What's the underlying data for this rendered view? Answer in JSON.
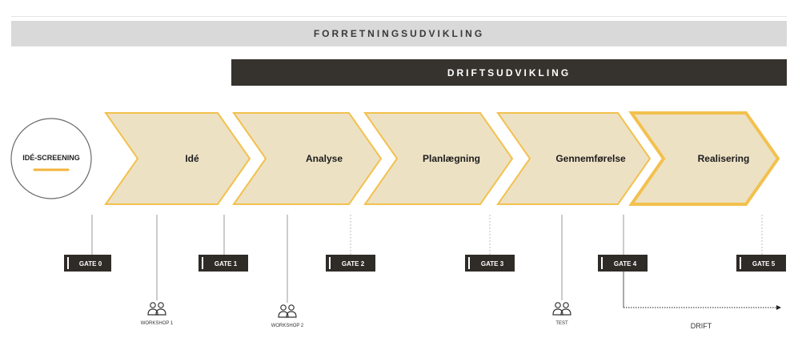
{
  "bands": {
    "business": "FORRETNINGSUDVIKLING",
    "operations": "DRIFTSUDVIKLING"
  },
  "screening": {
    "label": "IDÉ-SCREENING"
  },
  "phases": [
    {
      "key": "ide",
      "label": "Idé"
    },
    {
      "key": "analyse",
      "label": "Analyse"
    },
    {
      "key": "planlaegning",
      "label": "Planlægning"
    },
    {
      "key": "gennemforelse",
      "label": "Gennemførelse"
    },
    {
      "key": "realisering",
      "label": "Realisering"
    }
  ],
  "gates": [
    "GATE 0",
    "GATE 1",
    "GATE 2",
    "GATE 3",
    "GATE 4",
    "GATE 5"
  ],
  "events": [
    "WORKSHOP 1",
    "WORKSHOP 2",
    "TEST"
  ],
  "drift": {
    "label": "DRIFT"
  },
  "colors": {
    "chevron_fill": "#ede1c4",
    "chevron_stroke": "#f2c14e",
    "gate_fill": "#2f2b27",
    "band_light": "#d9d9d9",
    "band_dark": "#36322d",
    "accent": "#f2b43c"
  },
  "icons": {
    "people": "people-icon",
    "arrow": "arrow-right-icon"
  }
}
